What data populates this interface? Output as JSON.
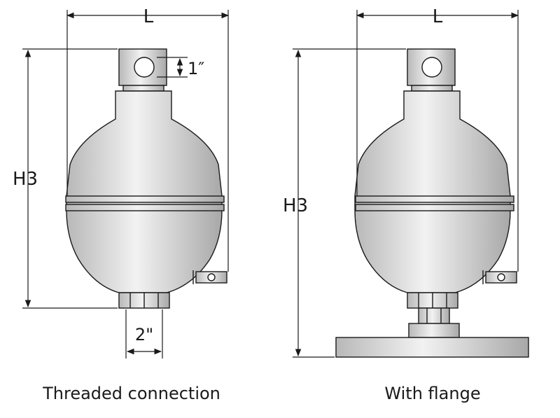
{
  "labels": {
    "left_width": "L",
    "left_height": "H3",
    "top_port": "1″",
    "bottom_port": "2\"",
    "right_width": "L",
    "right_height": "H3"
  },
  "captions": {
    "left": "Threaded connection",
    "right": "With flange"
  },
  "colors": {
    "line": "#1a1a1a",
    "body": "#dcdcdc",
    "background": "#ffffff"
  }
}
